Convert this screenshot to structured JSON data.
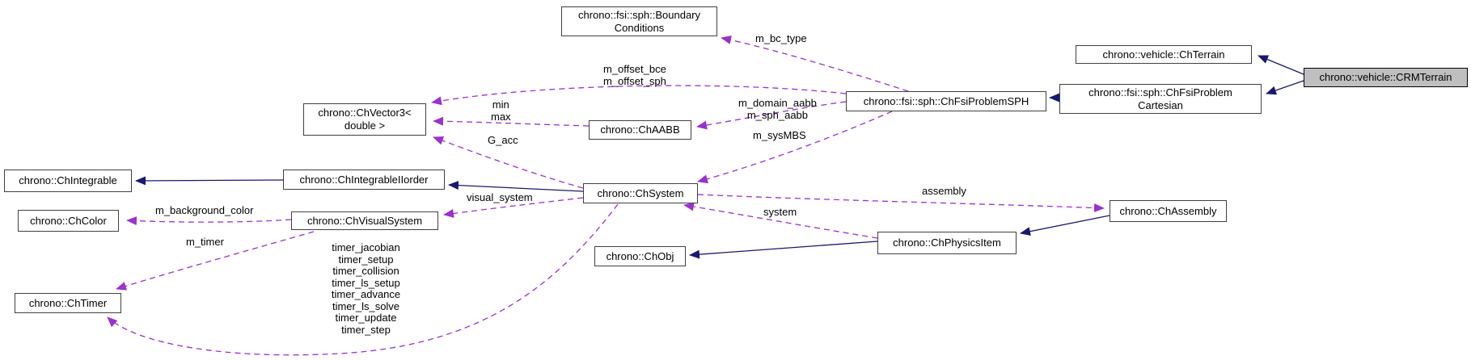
{
  "diagram": {
    "colors": {
      "inheritance_arrow": "#191970",
      "usage_arrow": "#9a32cd",
      "node_border": "#404040",
      "node_fill": "#ffffff",
      "highlight_fill": "#bfbfbf",
      "text": "#000000",
      "background": "#ffffff"
    },
    "nodes": {
      "boundary_conditions": {
        "label": [
          "chrono::fsi::sph::Boundary",
          "Conditions"
        ]
      },
      "chvector3": {
        "label": [
          "chrono::ChVector3<",
          "double >"
        ]
      },
      "chaabb": {
        "label": "chrono::ChAABB"
      },
      "chfsiproblemsph": {
        "label": "chrono::fsi::sph::ChFsiProblemSPH"
      },
      "chterrain": {
        "label": "chrono::vehicle::ChTerrain"
      },
      "crmterrain": {
        "label": "chrono::vehicle::CRMTerrain"
      },
      "chfsiproblemcartesian": {
        "label": [
          "chrono::fsi::sph::ChFsiProblem",
          "Cartesian"
        ]
      },
      "chintegrable": {
        "label": "chrono::ChIntegrable"
      },
      "chintegrableiiorder": {
        "label": "chrono::ChIntegrableIIorder"
      },
      "chsystem": {
        "label": "chrono::ChSystem"
      },
      "chassembly": {
        "label": "chrono::ChAssembly"
      },
      "chphysicsitem": {
        "label": "chrono::ChPhysicsItem"
      },
      "chobj": {
        "label": "chrono::ChObj"
      },
      "chcolor": {
        "label": "chrono::ChColor"
      },
      "chvisualsystem": {
        "label": "chrono::ChVisualSystem"
      },
      "chtimer": {
        "label": "chrono::ChTimer"
      }
    },
    "edge_labels": {
      "m_bc_type": "m_bc_type",
      "m_offset": [
        "m_offset_bce",
        "m_offset_sph"
      ],
      "min_max": [
        "min",
        "max"
      ],
      "g_acc": "G_acc",
      "aabb_members": [
        "m_domain_aabb",
        "m_sph_aabb"
      ],
      "m_sysmbs": "m_sysMBS",
      "visual_system": "visual_system",
      "assembly": "assembly",
      "system": "system",
      "m_background_color": "m_background_color",
      "m_timer": "m_timer",
      "timer_members": [
        "timer_jacobian",
        "timer_setup",
        "timer_collision",
        "timer_ls_setup",
        "timer_advance",
        "timer_ls_solve",
        "timer_update",
        "timer_step"
      ]
    }
  }
}
